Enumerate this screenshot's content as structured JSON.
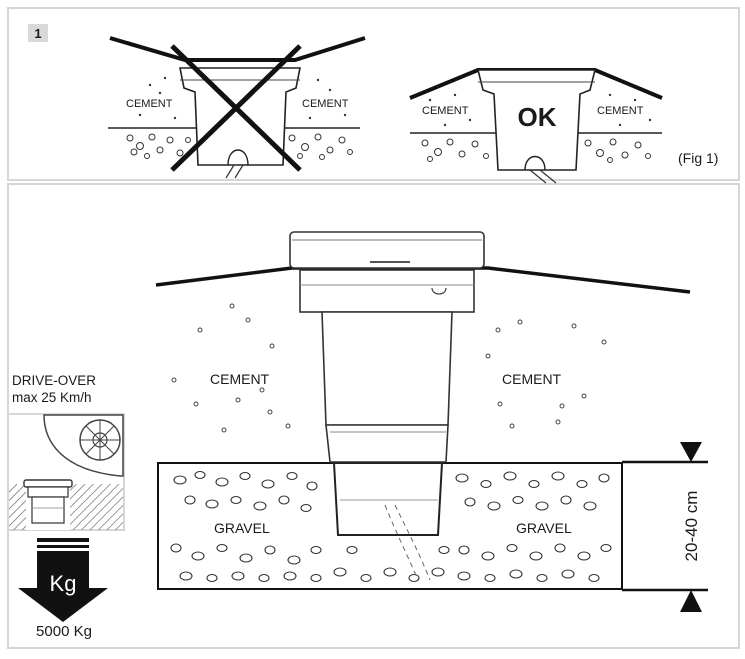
{
  "step_number": "1",
  "fig_caption": "(Fig 1)",
  "top_left": {
    "label_left": "CEMENT",
    "label_right": "CEMENT"
  },
  "top_right": {
    "label_left": "CEMENT",
    "label_right": "CEMENT",
    "ok_label": "OK"
  },
  "main": {
    "cement_left": "CEMENT",
    "cement_right": "CEMENT",
    "gravel_left": "GRAVEL",
    "gravel_right": "GRAVEL",
    "depth_label": "20-40 cm"
  },
  "side": {
    "drive_over_line1": "DRIVE-OVER",
    "drive_over_line2": "max 25 Km/h",
    "weight_unit": "Kg",
    "weight_value": "5000 Kg"
  }
}
